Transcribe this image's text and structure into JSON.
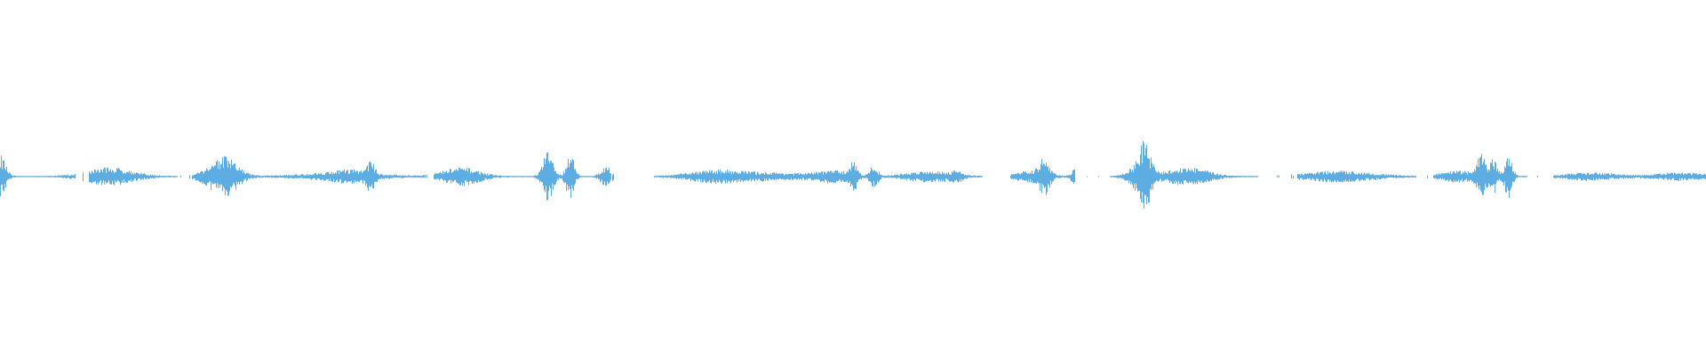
{
  "waveform": {
    "color": "#5dade2",
    "background": "#ffffff",
    "baseline_visible": true,
    "amplitude_bursts": [
      {
        "t": 0.0,
        "a": 0.12,
        "w": 0.004
      },
      {
        "t": 0.064,
        "a": 0.05,
        "w": 0.018
      },
      {
        "t": 0.132,
        "a": 0.09,
        "w": 0.01
      },
      {
        "t": 0.125,
        "a": 0.03,
        "w": 0.012
      },
      {
        "t": 0.2,
        "a": 0.02,
        "w": 0.03
      },
      {
        "t": 0.217,
        "a": 0.07,
        "w": 0.003
      },
      {
        "t": 0.205,
        "a": 0.02,
        "w": 0.012
      },
      {
        "t": 0.27,
        "a": 0.05,
        "w": 0.014
      },
      {
        "t": 0.321,
        "a": 0.14,
        "w": 0.004
      },
      {
        "t": 0.334,
        "a": 0.14,
        "w": 0.003
      },
      {
        "t": 0.355,
        "a": 0.06,
        "w": 0.004
      },
      {
        "t": 0.418,
        "a": 0.03,
        "w": 0.02
      },
      {
        "t": 0.45,
        "a": 0.02,
        "w": 0.03
      },
      {
        "t": 0.488,
        "a": 0.03,
        "w": 0.012
      },
      {
        "t": 0.5,
        "a": 0.08,
        "w": 0.003
      },
      {
        "t": 0.512,
        "a": 0.06,
        "w": 0.003
      },
      {
        "t": 0.545,
        "a": 0.03,
        "w": 0.018
      },
      {
        "t": 0.561,
        "a": 0.02,
        "w": 0.004
      },
      {
        "t": 0.604,
        "a": 0.03,
        "w": 0.012
      },
      {
        "t": 0.612,
        "a": 0.09,
        "w": 0.004
      },
      {
        "t": 0.63,
        "a": 0.04,
        "w": 0.003
      },
      {
        "t": 0.668,
        "a": 0.07,
        "w": 0.008
      },
      {
        "t": 0.671,
        "a": 0.14,
        "w": 0.004
      },
      {
        "t": 0.696,
        "a": 0.05,
        "w": 0.016
      },
      {
        "t": 0.785,
        "a": 0.03,
        "w": 0.026
      },
      {
        "t": 0.855,
        "a": 0.03,
        "w": 0.014
      },
      {
        "t": 0.868,
        "a": 0.12,
        "w": 0.003
      },
      {
        "t": 0.875,
        "a": 0.1,
        "w": 0.003
      },
      {
        "t": 0.884,
        "a": 0.12,
        "w": 0.003
      },
      {
        "t": 0.932,
        "a": 0.02,
        "w": 0.02
      },
      {
        "t": 0.985,
        "a": 0.02,
        "w": 0.02
      }
    ],
    "silent_gaps": [
      [
        0.044,
        0.052
      ],
      [
        0.104,
        0.112
      ],
      [
        0.249,
        0.254
      ],
      [
        0.358,
        0.383
      ],
      [
        0.576,
        0.592
      ],
      [
        0.63,
        0.65
      ],
      [
        0.737,
        0.76
      ],
      [
        0.83,
        0.84
      ],
      [
        0.895,
        0.91
      ]
    ]
  }
}
